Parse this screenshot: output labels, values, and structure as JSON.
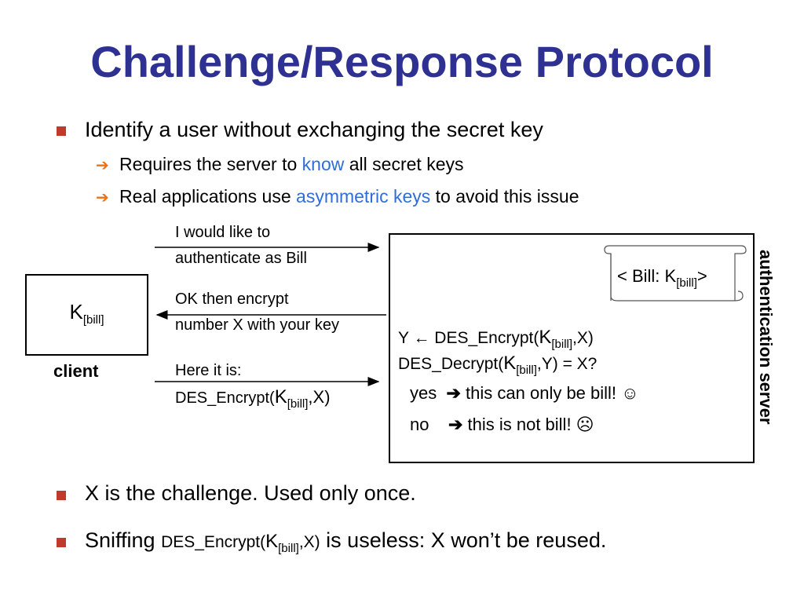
{
  "title": "Challenge/Response Protocol",
  "bullets": [
    {
      "text": "Identify a user without exchanging the secret key",
      "sub": [
        {
          "pre": "Requires the server to ",
          "hl": "know",
          "post": " all secret keys"
        },
        {
          "pre": "Real applications use ",
          "hl": "asymmetric keys",
          "post": " to avoid this issue"
        }
      ]
    }
  ],
  "diagram": {
    "client_key": "K",
    "client_key_sub": "[bill]",
    "client_label": "client",
    "msg1_line1": "I would like to",
    "msg1_line2": "authenticate as Bill",
    "msg2_line1": "OK then encrypt",
    "msg2_line2": "number X with your key",
    "msg3_line1": "Here it is:",
    "msg3_pre": "DES_Encrypt(",
    "msg3_k": "K",
    "msg3_sub": "[bill]",
    "msg3_post": ",X)",
    "scroll_pre": "< Bill: K",
    "scroll_sub": "[bill]",
    "scroll_post": ">",
    "srv_line1_pre": "Y ← DES_Encrypt(",
    "srv_line1_k": "K",
    "srv_line1_sub": "[bill]",
    "srv_line1_post": ",X)",
    "srv_line2_pre": "DES_Decrypt(",
    "srv_line2_k": "K",
    "srv_line2_sub": "[bill]",
    "srv_line2_post": ",Y) = X?",
    "yes": "yes",
    "yes_text": "this can only be bill! ☺",
    "no": "no",
    "no_text": "this is not bill! ☹",
    "server_label": "authentication server"
  },
  "bottom": {
    "b1": "X is the challenge. Used only once.",
    "b2_pre": "Sniffing ",
    "b2_code_pre": "DES_Encrypt(",
    "b2_k": "K",
    "b2_sub": "[bill]",
    "b2_code_post": ",X)",
    "b2_post": " is useless: X won’t be reused."
  },
  "colors": {
    "title": "#2e3192",
    "bullet": "#c0392b",
    "arrow": "#e8731c",
    "highlight": "#2f6ed8"
  },
  "icons": [
    "square-bullet-icon",
    "right-arrow-bullet-icon",
    "scroll-icon",
    "smiley-icon",
    "frowny-icon"
  ]
}
